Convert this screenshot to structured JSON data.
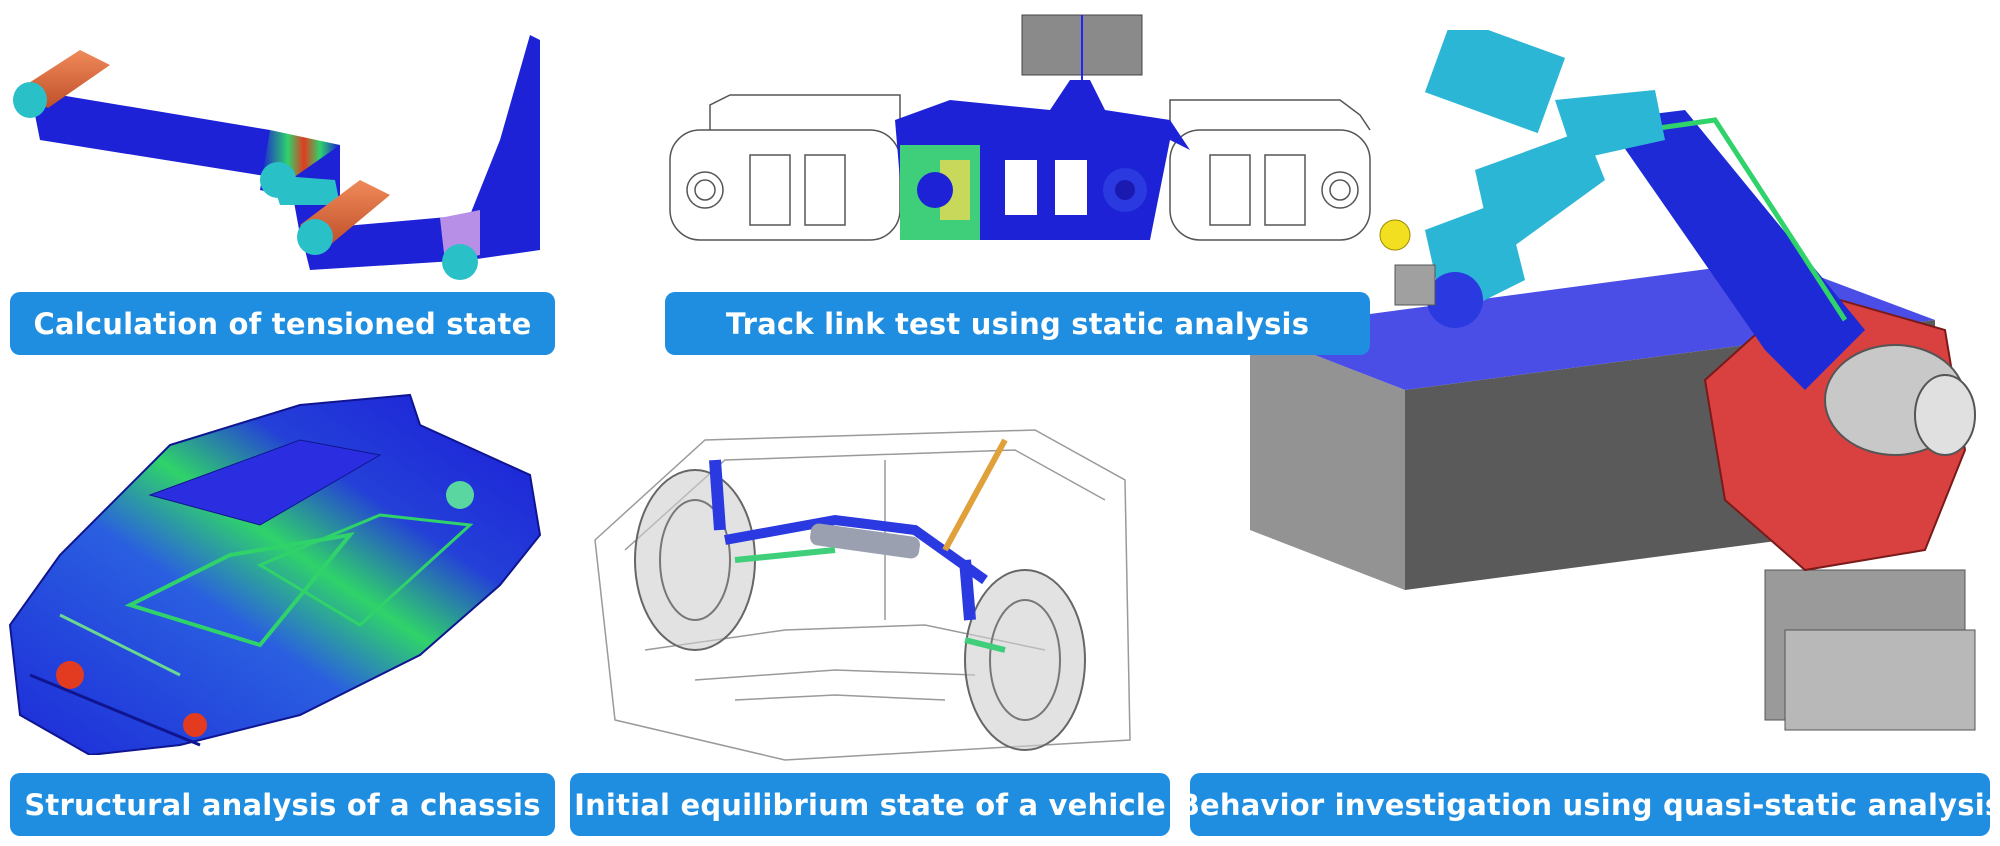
{
  "captions": {
    "tension": "Calculation of tensioned state",
    "track": "Track link test using static analysis",
    "chassis": "Structural analysis of a chassis",
    "vehicle": "Initial equilibrium state of a vehicle",
    "robot": "Behavior investigation using quasi-static analysis"
  },
  "colors": {
    "caption_bg": "#1f8ee0",
    "caption_text": "#ffffff",
    "contour_low": "#1a1ad8",
    "contour_mid": "#2fd36a",
    "contour_high": "#e23b1f",
    "roller": "#e0673a",
    "robot_base": "#d8413f",
    "robot_arm": "#2cb6d6",
    "block": "#4a4ee6"
  }
}
